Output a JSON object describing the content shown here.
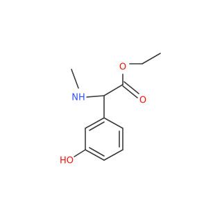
{
  "molecule": {
    "atoms": {
      "ester_oxygen": {
        "label": "O",
        "color": "#ff0d0d"
      },
      "carbonyl_oxygen": {
        "label": "O",
        "color": "#ff0d0d"
      },
      "amine": {
        "label": "NH",
        "color": "#3050f8"
      },
      "hydroxyl": {
        "label": "HO",
        "color": "#ff0d0d"
      }
    },
    "bond_color": "#3a3a3a"
  }
}
